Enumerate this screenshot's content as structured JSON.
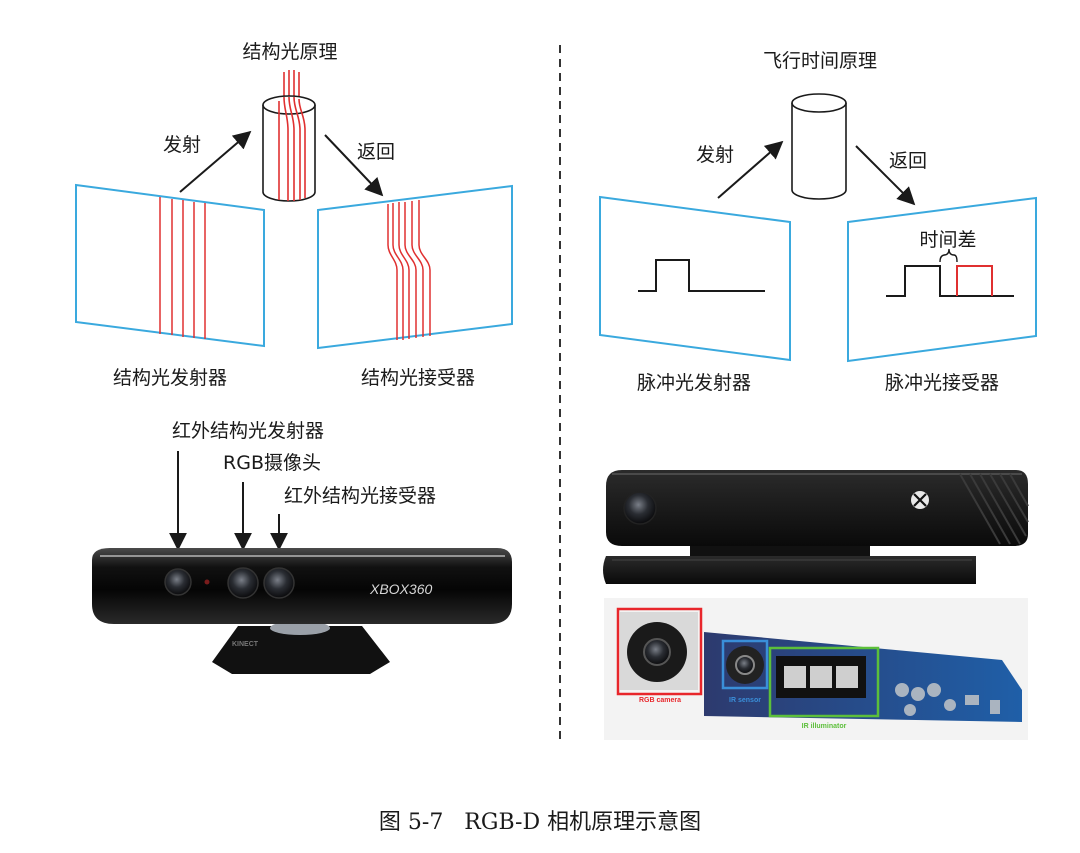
{
  "left": {
    "title": "结构光原理",
    "emit_label": "发射",
    "return_label": "返回",
    "emitter_label": "结构光发射器",
    "receiver_label": "结构光接受器",
    "device": {
      "label_ir_emitter": "红外结构光发射器",
      "label_rgb": "RGB摄像头",
      "label_ir_receiver": "红外结构光接受器",
      "brand_text": "XBOX360",
      "base_text": "KINECT"
    }
  },
  "right": {
    "title": "飞行时间原理",
    "emit_label": "发射",
    "return_label": "返回",
    "time_diff_label": "时间差",
    "emitter_label": "脉冲光发射器",
    "receiver_label": "脉冲光接受器",
    "board": {
      "rgb_camera": "RGB camera",
      "ir_sensor": "IR sensor",
      "ir_illuminator": "IR illuminator"
    }
  },
  "caption": "图 5-7   RGB-D 相机原理示意图",
  "colors": {
    "panel": "#3aa9de",
    "red": "#e03030",
    "ink": "#1a1a1a",
    "box_red": "#e8262b",
    "box_blue": "#3a8fd9",
    "box_green": "#5cbf3a"
  }
}
